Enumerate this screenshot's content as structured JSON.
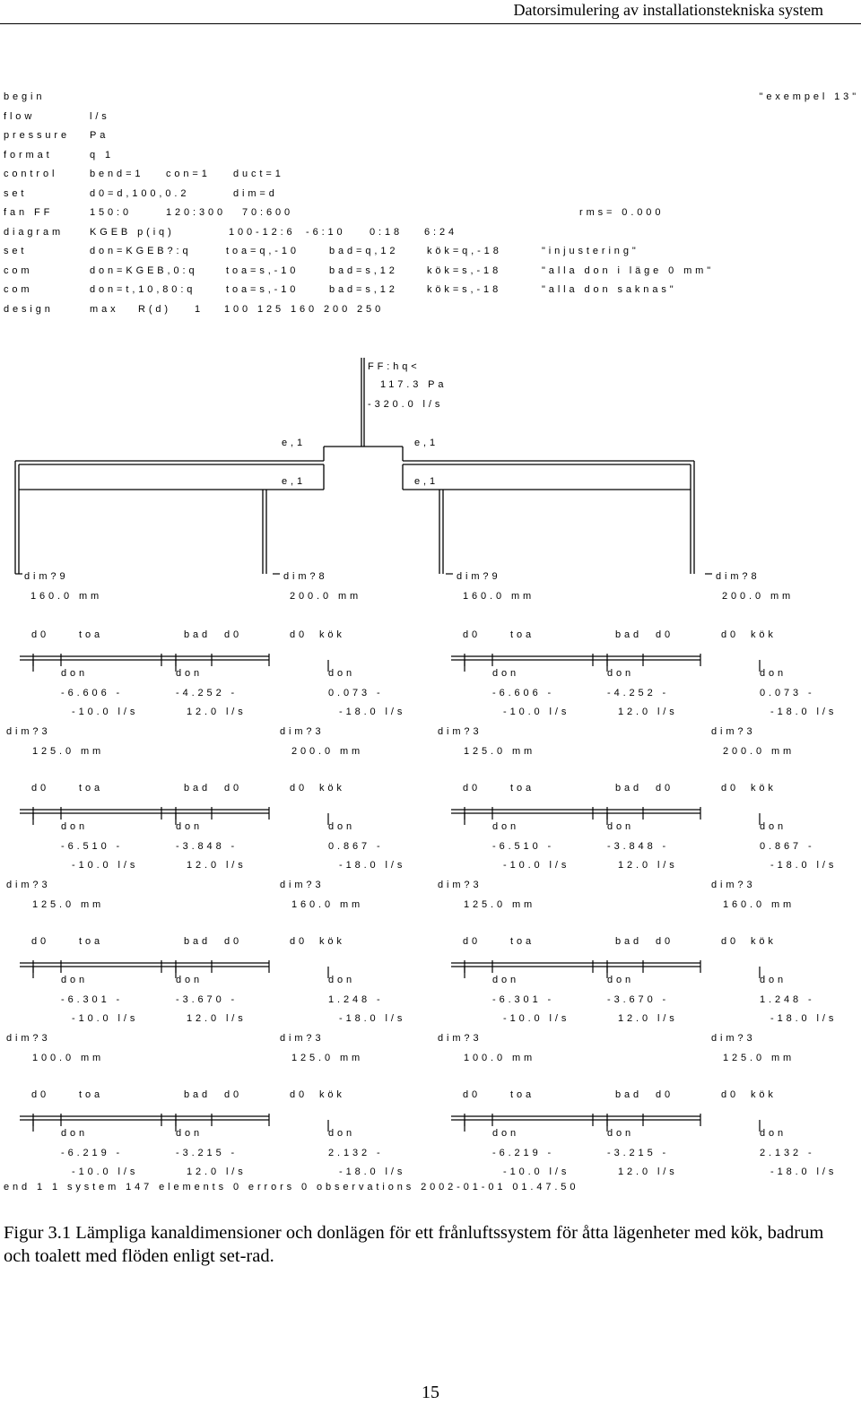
{
  "header": "Datorsimulering av installationstekniska system",
  "listing": [
    {
      "key": "begin",
      "parts": []
    },
    {
      "key": "flow",
      "parts": [
        "l/s"
      ]
    },
    {
      "key": "pressure",
      "parts": [
        "Pa"
      ]
    },
    {
      "key": "format",
      "parts": [
        "q 1"
      ]
    },
    {
      "key": "control",
      "parts": [
        "bend=1",
        "con=1",
        "duct=1"
      ]
    },
    {
      "key": "set",
      "parts": [
        "d0=d,100,0.2",
        "dim=d"
      ]
    },
    {
      "key": "fan FF",
      "parts": [
        "150:0",
        "120:300",
        "70:600",
        "rms= 0.000"
      ]
    },
    {
      "key": "diagram",
      "parts": [
        "KGEB p(iq)",
        "100",
        "-12:6",
        "-6:10",
        "0:18",
        "6:24"
      ]
    },
    {
      "key": "set",
      "parts": [
        "don=KGEB?:q",
        "toa=q,-10",
        "bad=q,12",
        "kök=q,-18",
        "\"injustering\""
      ]
    },
    {
      "key": "com",
      "parts": [
        "don=KGEB,0:q",
        "toa=s,-10",
        "bad=s,12",
        "kök=s,-18",
        "\"alla don i läge 0 mm\""
      ]
    },
    {
      "key": "com",
      "parts": [
        "don=t,10,80:q",
        "toa=s,-10",
        "bad=s,12",
        "kök=s,-18",
        "\"alla don saknas\""
      ]
    },
    {
      "key": "design",
      "parts": [
        "max",
        "R(d)",
        "1",
        "100 125 160 200 250"
      ]
    }
  ],
  "example_label": "\"exempel 13\"",
  "fan": {
    "label": "FF:hq<",
    "pressure": "117.3 Pa",
    "flow": "-320.0 l/s"
  },
  "bend_label": "e,1",
  "branches": [
    {
      "dim": "dim?9",
      "size": "160.0 mm"
    },
    {
      "dim": "dim?8",
      "size": "200.0 mm"
    },
    {
      "dim": "dim?9",
      "size": "160.0 mm"
    },
    {
      "dim": "dim?8",
      "size": "200.0 mm"
    }
  ],
  "terminal_labels": {
    "d0": "d0",
    "toa": "toa",
    "bad": "bad",
    "kok": "kök",
    "don": "don"
  },
  "floors": [
    {
      "setpoints": [
        "-6.606 -",
        "-4.252 -",
        "0.073 -"
      ],
      "flows": [
        "-10.0 l/s",
        "12.0 l/s",
        "-18.0 l/s"
      ],
      "riser": [
        {
          "dim": "dim?3",
          "size": "125.0 mm"
        },
        {
          "dim": "dim?3",
          "size": "200.0 mm"
        }
      ]
    },
    {
      "setpoints": [
        "-6.510 -",
        "-3.848 -",
        "0.867 -"
      ],
      "flows": [
        "-10.0 l/s",
        "12.0 l/s",
        "-18.0 l/s"
      ],
      "riser": [
        {
          "dim": "dim?3",
          "size": "125.0 mm"
        },
        {
          "dim": "dim?3",
          "size": "160.0 mm"
        }
      ]
    },
    {
      "setpoints": [
        "-6.301 -",
        "-3.670 -",
        "1.248 -"
      ],
      "flows": [
        "-10.0 l/s",
        "12.0 l/s",
        "-18.0 l/s"
      ],
      "riser": [
        {
          "dim": "dim?3",
          "size": "100.0 mm"
        },
        {
          "dim": "dim?3",
          "size": "125.0 mm"
        }
      ]
    },
    {
      "setpoints": [
        "-6.219 -",
        "-3.215 -",
        "2.132 -"
      ],
      "flows": [
        "-10.0 l/s",
        "12.0 l/s",
        "-18.0 l/s"
      ],
      "riser": []
    }
  ],
  "end_line": "end 1 1 system 147 elements 0 errors 0 observations 2002-01-01 01.47.50",
  "caption": "Figur 3.1 Lämpliga kanaldimensioner och donlägen för ett frånluftssystem för åtta lägenheter med kök, badrum och toalett med flöden enligt set-rad.",
  "page_number": "15"
}
